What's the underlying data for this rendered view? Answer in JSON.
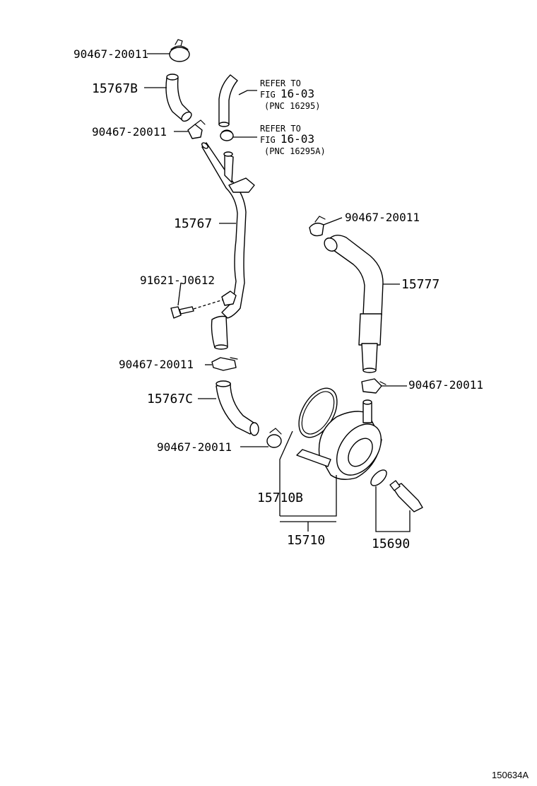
{
  "labels": {
    "clamp_top": "90467-20011",
    "hose_15767b": "15767B",
    "clamp_2": "90467-20011",
    "refer1_line1": "REFER TO",
    "refer1_line2a": "FIG ",
    "refer1_line2b": "16-03",
    "refer1_line3": "(PNC 16295)",
    "refer2_line1": "REFER TO",
    "refer2_line2a": "FIG ",
    "refer2_line2b": "16-03",
    "refer2_line3": "(PNC 16295A)",
    "clamp_right_top": "90467-20011",
    "pipe_15767": "15767",
    "hose_15777": "15777",
    "bolt": "91621-J0612",
    "clamp_mid": "90467-20011",
    "clamp_right_mid": "90467-20011",
    "hose_15767c": "15767C",
    "clamp_bottom": "90467-20011",
    "gasket_15710b": "15710B",
    "cooler_15710": "15710",
    "switch_15690": "15690",
    "diagram_code": "150634A"
  }
}
